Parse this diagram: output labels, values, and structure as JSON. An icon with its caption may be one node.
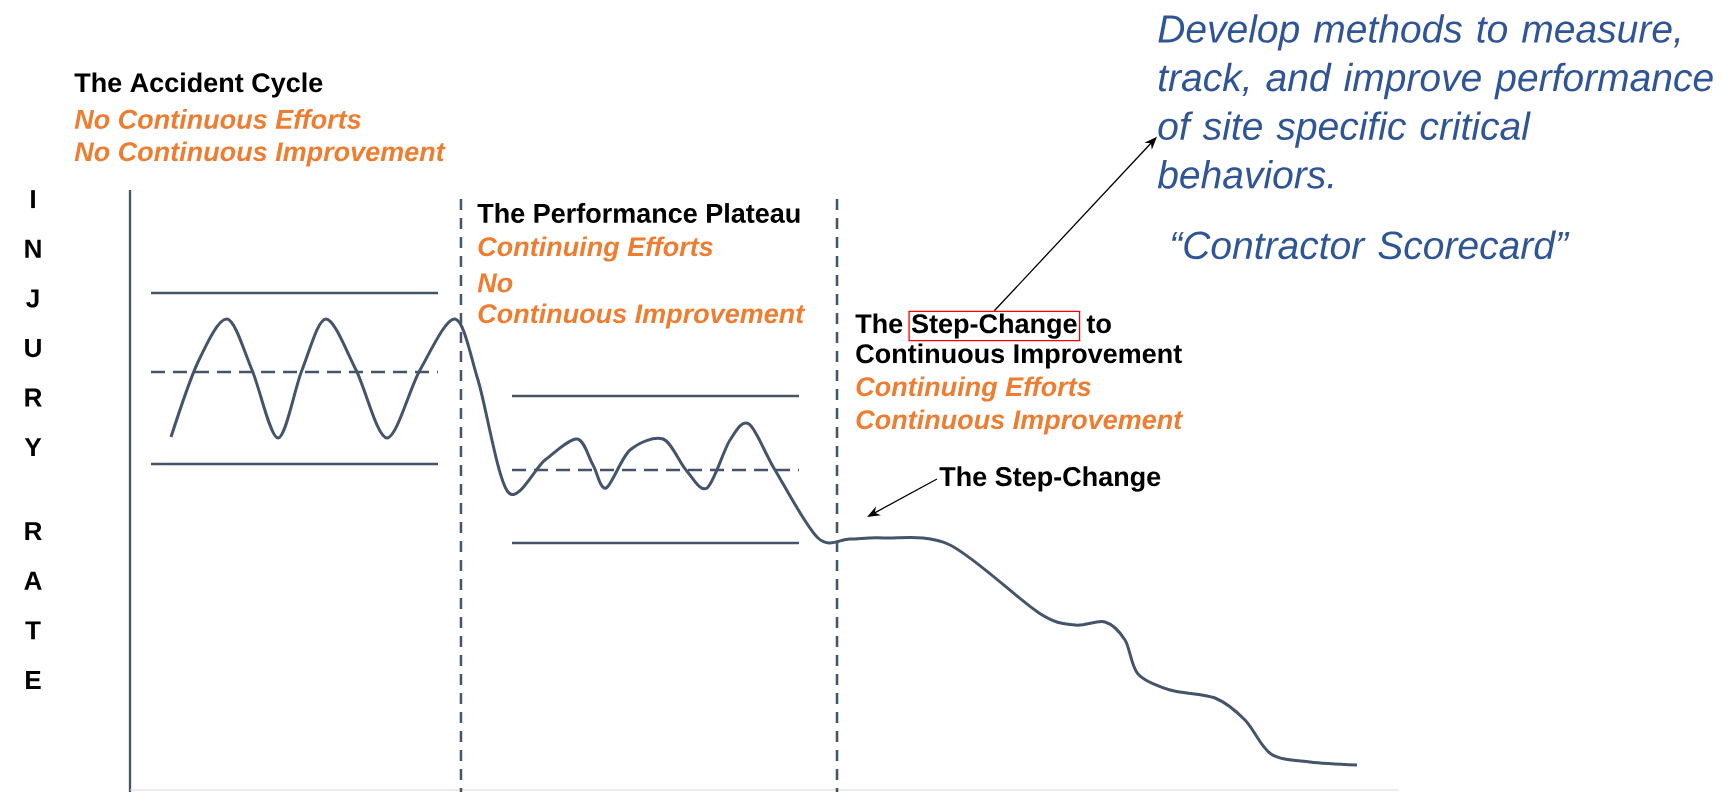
{
  "diagram": {
    "nodes": [
      {
        "text": [
          "Develop methods to measure, track, and improve performance of site specific critical behaviors.",
          "“Contractor Scorecard”"
        ]
      },
      {
        "text": [
          "Step-Change"
        ],
        "beside": [
          "The",
          "to"
        ]
      },
      {
        "text": [
          "The Step-Change"
        ]
      }
    ],
    "edges": [
      {
        "from": 1,
        "to": 0,
        "arrow": "to"
      },
      {
        "from": 2,
        "to": null,
        "arrow": "to"
      }
    ],
    "labels": [
      "The Accident Cycle",
      "No Continuous Efforts",
      "No Continuous Improvement",
      "INJURY",
      "RATE",
      "The Performance Plateau",
      "Continuing Efforts",
      "No",
      "Continuous Improvement",
      "Continuous Improvement",
      "Continuing Efforts",
      "Continuous Improvement"
    ]
  }
}
